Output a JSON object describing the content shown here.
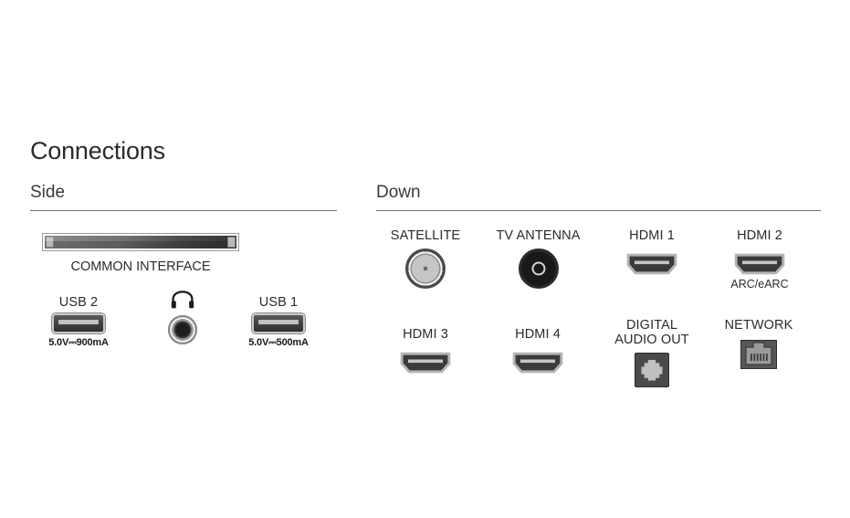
{
  "page": {
    "title": "Connections",
    "background_color": "#ffffff",
    "text_color": "#231f20"
  },
  "sections": {
    "side": {
      "title": "Side",
      "ports": {
        "common_interface": {
          "label": "COMMON INTERFACE",
          "icon": "common-interface-slot"
        },
        "usb2": {
          "label": "USB 2",
          "power": "5.0V⎓900mA",
          "icon": "usb-port-icon"
        },
        "headphone": {
          "label": "",
          "icon": "headphone-icon"
        },
        "usb1": {
          "label": "USB 1",
          "power": "5.0V⎓500mA",
          "icon": "usb-port-icon"
        }
      }
    },
    "down": {
      "title": "Down",
      "row1": [
        {
          "label": "SATELLITE",
          "sublabel": "",
          "icon": "satellite-connector-icon"
        },
        {
          "label": "TV ANTENNA",
          "sublabel": "",
          "icon": "tv-antenna-connector-icon"
        },
        {
          "label": "HDMI 1",
          "sublabel": "",
          "icon": "hdmi-port-icon"
        },
        {
          "label": "HDMI 2",
          "sublabel": "ARC/eARC",
          "icon": "hdmi-port-icon"
        }
      ],
      "row2": [
        {
          "label": "HDMI 3",
          "label2": "",
          "icon": "hdmi-port-icon"
        },
        {
          "label": "HDMI 4",
          "label2": "",
          "icon": "hdmi-port-icon"
        },
        {
          "label": "DIGITAL",
          "label2": "AUDIO OUT",
          "icon": "optical-audio-port-icon"
        },
        {
          "label": "NETWORK",
          "label2": "",
          "icon": "rj45-network-port-icon"
        }
      ]
    }
  }
}
